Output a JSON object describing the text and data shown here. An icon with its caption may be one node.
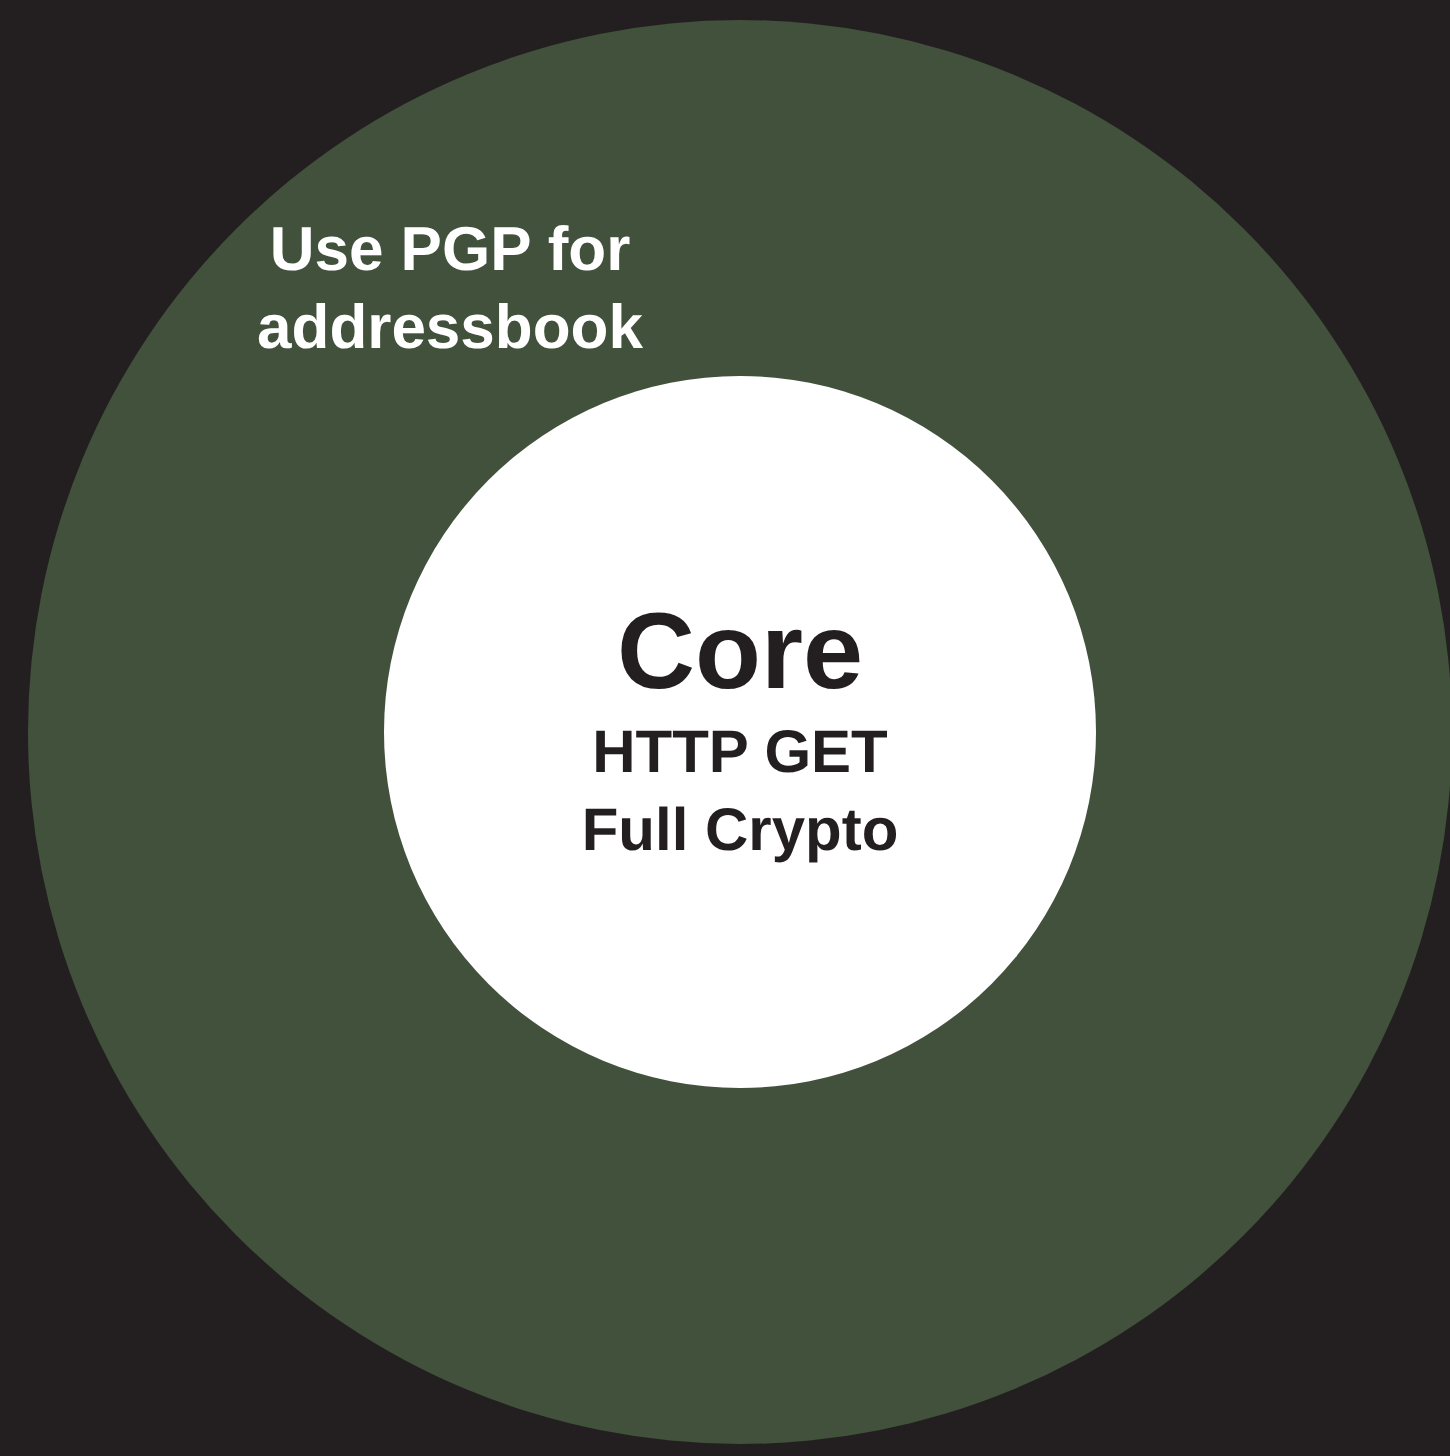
{
  "diagram": {
    "nodes": [
      {
        "text": [
          "Use PGP for addressbook"
        ]
      },
      {
        "text": [
          "Core",
          "HTTP GET",
          "Full Crypto"
        ],
        "in": 0
      }
    ]
  }
}
